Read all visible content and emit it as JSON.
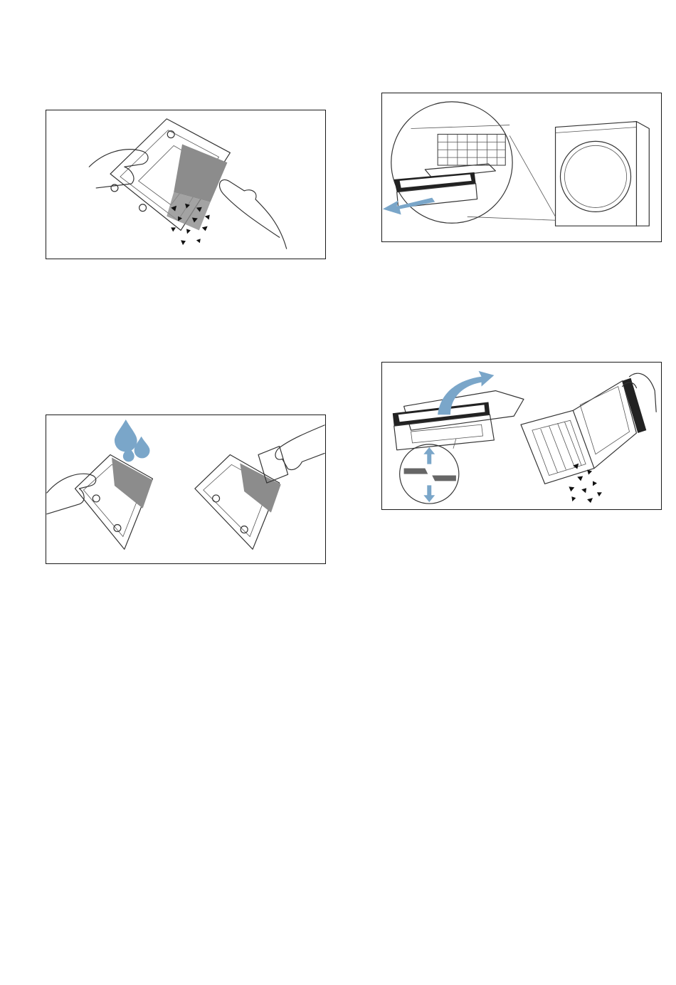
{
  "colors": {
    "frame": "#1a1a1a",
    "line": "#333333",
    "accent_blue": "#7aa6c9",
    "filter_grey": "#8c8c8c",
    "lint": "#111111"
  },
  "figures": [
    {
      "id": "lint-pull",
      "depicts": "lint-filter-drawer-removal"
    },
    {
      "id": "open-shake",
      "depicts": "filter-open-and-empty"
    },
    {
      "id": "tap-filter",
      "depicts": "lint-removal-by-hand"
    },
    {
      "id": "rinse-dry",
      "depicts": "rinse-and-dry-filter"
    }
  ]
}
